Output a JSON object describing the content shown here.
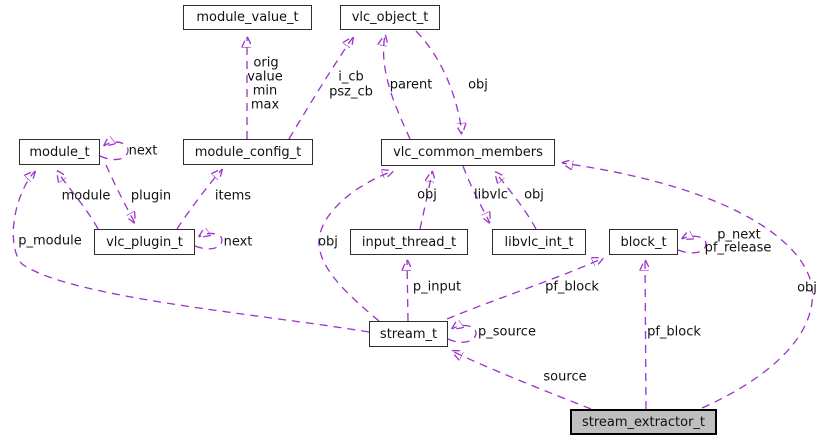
{
  "diagram": {
    "kind": "collaboration-graph",
    "accent_color": "#9a32cd",
    "node_border_color": "#2e2e2e",
    "node_fill": "#ffffff",
    "highlighted_node_fill": "#bfbfbf",
    "nodes": {
      "module_value_t": {
        "label": "module_value_t"
      },
      "vlc_object_t": {
        "label": "vlc_object_t"
      },
      "module_t": {
        "label": "module_t"
      },
      "module_config_t": {
        "label": "module_config_t"
      },
      "vlc_common_members": {
        "label": "vlc_common_members"
      },
      "vlc_plugin_t": {
        "label": "vlc_plugin_t"
      },
      "input_thread_t": {
        "label": "input_thread_t"
      },
      "libvlc_int_t": {
        "label": "libvlc_int_t"
      },
      "block_t": {
        "label": "block_t"
      },
      "stream_t": {
        "label": "stream_t"
      },
      "stream_extractor_t": {
        "label": "stream_extractor_t",
        "highlighted": true
      }
    },
    "labels": {
      "orig": "orig",
      "value": "value",
      "min": "min",
      "max": "max",
      "i_cb": "i_cb",
      "psz_cb": "psz_cb",
      "parent": "parent",
      "obj_object_to_common": "obj",
      "next_module": "next",
      "module": "module",
      "plugin": "plugin",
      "items": "items",
      "p_module": "p_module",
      "next_plugin": "next",
      "obj_stream_to_common": "obj",
      "obj_input_to_common": "obj",
      "libvlc": "libvlc",
      "obj_libvlc_to_common": "obj",
      "p_next": "p_next",
      "pf_release": "pf_release",
      "p_input": "p_input",
      "pf_block_stream": "pf_block",
      "obj_extractor_to_common": "obj",
      "p_source": "p_source",
      "pf_block_extractor": "pf_block",
      "source": "source"
    },
    "edges": [
      {
        "from": "module_config_t",
        "to": "module_value_t",
        "label": "orig value min max"
      },
      {
        "from": "module_config_t",
        "to": "vlc_object_t",
        "label": "i_cb psz_cb"
      },
      {
        "from": "vlc_common_members",
        "to": "vlc_object_t",
        "label": "parent"
      },
      {
        "from": "vlc_object_t",
        "to": "vlc_common_members",
        "label": "obj"
      },
      {
        "from": "module_t",
        "to": "module_t",
        "label": "next"
      },
      {
        "from": "vlc_plugin_t",
        "to": "module_t",
        "label": "module"
      },
      {
        "from": "module_t",
        "to": "vlc_plugin_t",
        "label": "plugin"
      },
      {
        "from": "vlc_plugin_t",
        "to": "module_config_t",
        "label": "items"
      },
      {
        "from": "stream_t",
        "to": "module_t",
        "label": "p_module"
      },
      {
        "from": "vlc_plugin_t",
        "to": "vlc_plugin_t",
        "label": "next"
      },
      {
        "from": "stream_t",
        "to": "vlc_common_members",
        "label": "obj"
      },
      {
        "from": "input_thread_t",
        "to": "vlc_common_members",
        "label": "obj"
      },
      {
        "from": "vlc_common_members",
        "to": "libvlc_int_t",
        "label": "libvlc"
      },
      {
        "from": "libvlc_int_t",
        "to": "vlc_common_members",
        "label": "obj"
      },
      {
        "from": "block_t",
        "to": "block_t",
        "label": "p_next pf_release"
      },
      {
        "from": "stream_t",
        "to": "input_thread_t",
        "label": "p_input"
      },
      {
        "from": "stream_t",
        "to": "block_t",
        "label": "pf_block"
      },
      {
        "from": "stream_extractor_t",
        "to": "block_t",
        "label": "pf_block"
      },
      {
        "from": "stream_extractor_t",
        "to": "stream_t",
        "label": "source"
      },
      {
        "from": "stream_t",
        "to": "stream_t",
        "label": "p_source"
      },
      {
        "from": "stream_extractor_t",
        "to": "vlc_common_members",
        "label": "obj"
      }
    ]
  }
}
